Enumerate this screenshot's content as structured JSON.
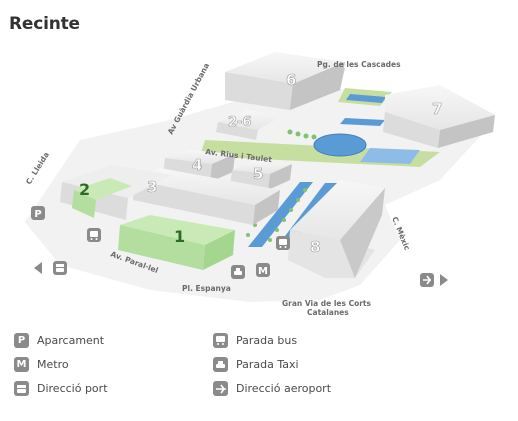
{
  "title": "Recinte",
  "map": {
    "halls": [
      "1",
      "2",
      "3",
      "4",
      "5",
      "6",
      "7",
      "8",
      "2-6"
    ],
    "streets": {
      "cascades": "Pg. de les Cascades",
      "guardia": "Av Guàrdia Urbana",
      "rius": "Av. Rius i Taulet",
      "lleida": "C. Lleida",
      "parallel": "Av. Paral·lel",
      "espanya": "Pl. Espanya",
      "mexic": "C. Mèxic",
      "corts_1": "Gran Via de les Corts",
      "corts_2": "Catalanes"
    },
    "map_icons": [
      "P",
      "M"
    ]
  },
  "legend": {
    "parking": {
      "symbol": "P",
      "label": "Aparcament"
    },
    "metro": {
      "symbol": "M",
      "label": "Metro"
    },
    "port": {
      "label": "Direcció port"
    },
    "bus": {
      "label": "Parada bus"
    },
    "taxi": {
      "label": "Parada Taxi"
    },
    "airport": {
      "label": "Direcció aeroport"
    }
  },
  "colors": {
    "building": "#ececec",
    "building_side": "#cfcfcf",
    "highlight": "#c9eab6",
    "water": "#5b9bd5",
    "lawn": "#c6dfa0",
    "icon": "#8a8a8a"
  }
}
